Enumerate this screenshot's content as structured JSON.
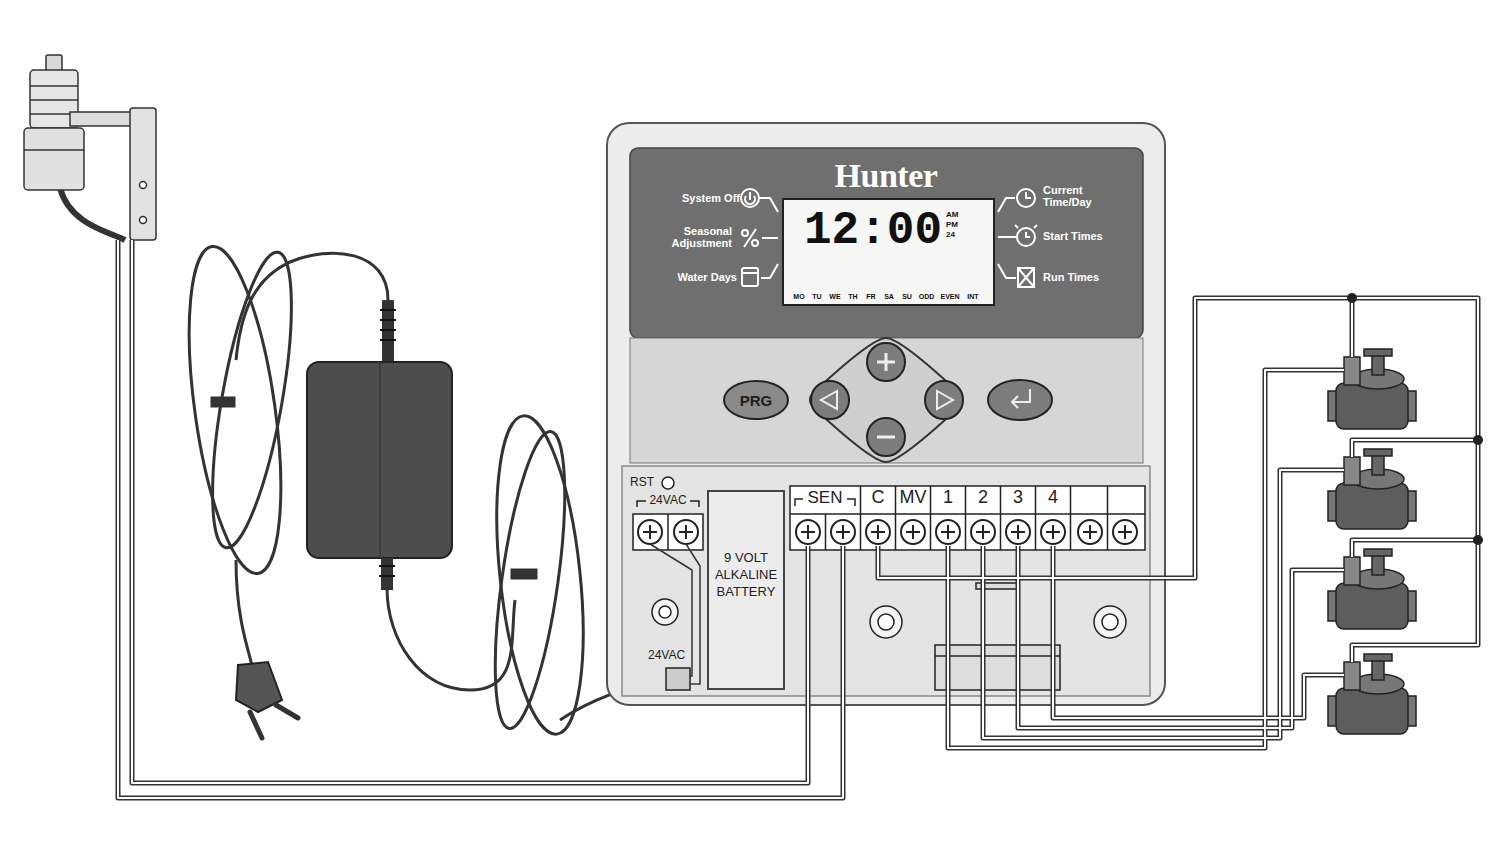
{
  "diagram": {
    "nodes": [
      {
        "text": [
          "Hunter"
        ]
      },
      {
        "text": [
          "12:00"
        ],
        "in": 0
      },
      {
        "text": [
          "PRG"
        ],
        "in": 0
      },
      {
        "text": [
          "9 VOLT ALKALINE BATTERY"
        ],
        "in": 0
      }
    ],
    "labels": [
      "System Off",
      "Seasonal Adjustment",
      "Water Days",
      "Current Time/Day",
      "Start Times",
      "Run Times",
      "AM",
      "PM",
      "24",
      "MO",
      "TU",
      "WE",
      "TH",
      "FR",
      "SA",
      "SU",
      "ODD",
      "EVEN",
      "INT",
      "RST",
      "24VAC",
      "SEN",
      "C",
      "MV",
      "1",
      "2",
      "3",
      "4",
      "24VAC"
    ]
  }
}
